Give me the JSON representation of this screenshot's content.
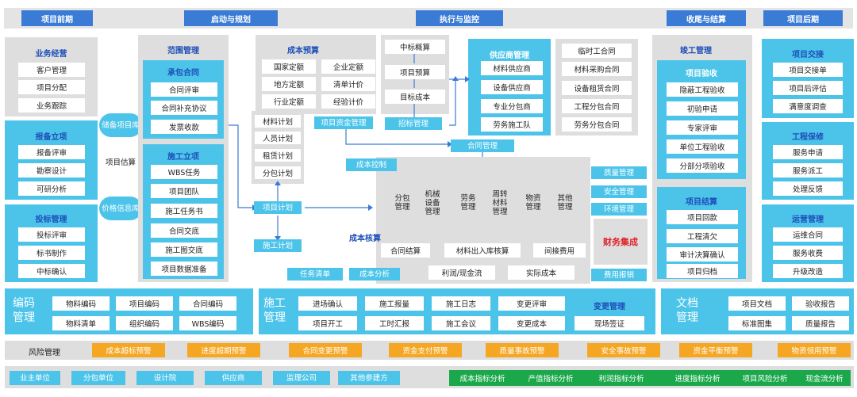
{
  "phases": {
    "p1": "项目前期",
    "p2": "启动与规划",
    "p3": "执行与监控",
    "p4": "收尾与结算",
    "p5": "项目后期"
  },
  "ywjy": {
    "title": "业务经营",
    "items": [
      "客户管理",
      "项目分配",
      "业务跟踪"
    ]
  },
  "bblx": {
    "title": "报备立项",
    "items": [
      "报备评审",
      "勘察设计",
      "可研分析"
    ]
  },
  "tbgl": {
    "title": "投标管理",
    "items": [
      "投标评审",
      "标书制作",
      "中标确认"
    ]
  },
  "lib": {
    "c1": "储备项目库",
    "c2": "价格信息库",
    "est": "项目估算"
  },
  "fwgl": {
    "title": "范围管理",
    "cbht": "承包合同",
    "cbht_items": [
      "合同评审",
      "合同补充协议",
      "发票收款"
    ],
    "sglx": "施工立项",
    "sglx_items": [
      "WBS任务",
      "项目团队",
      "施工任务书",
      "合同交底",
      "施工图交底",
      "项目数据准备"
    ]
  },
  "cbys": {
    "title": "成本预算",
    "items": [
      "国家定额",
      "企业定额",
      "地方定额",
      "清单计价",
      "行业定额",
      "经验计价"
    ]
  },
  "plans": [
    "材料计划",
    "人员计划",
    "租赁计划",
    "分包计划"
  ],
  "zb": [
    "中标概算",
    "项目预算",
    "目标成本"
  ],
  "supply": {
    "title": "供应商管理",
    "items": [
      "材料供应商",
      "设备供应商",
      "专业分包商",
      "劳务施工队"
    ],
    "right": [
      "临时工合同",
      "材料采购合同",
      "设备租赁合同",
      "工程分包合同",
      "劳务分包合同"
    ]
  },
  "flow": {
    "zjgl": "项目资金管理",
    "zbgl": "招标管理",
    "htgl": "合同管理",
    "cbkz": "成本控制",
    "xmjh": "项目计划",
    "sgjh": "施工计划",
    "cbhs": "成本核算",
    "rwqd": "任务清单",
    "cbfx": "成本分析"
  },
  "ctrl": [
    "分包管理",
    "机械设备管理",
    "劳务管理",
    "周转材料管理",
    "物资管理",
    "其他管理"
  ],
  "hs": {
    "htjs": "合同结算",
    "clcr": "材料出入库核算",
    "jjfy": "间接费用",
    "lr": "利润/现金流",
    "sjcb": "实际成本"
  },
  "right_mgmt": [
    "质量管理",
    "安全管理",
    "环境管理"
  ],
  "cwjc": "财务集成",
  "fybx": "费用报销",
  "jggl": {
    "title": "竣工管理",
    "xmys": "项目验收",
    "items": [
      "隐蔽工程验收",
      "初验申请",
      "专家评审",
      "单位工程验收",
      "分部分项验收"
    ],
    "xmjs": "项目结算",
    "jsitems": [
      "项目回款",
      "工程清欠",
      "审计决算确认",
      "项目归档"
    ]
  },
  "xmjj": {
    "title": "项目交接",
    "items": [
      "项目交接单",
      "项目后评估",
      "满意度调查"
    ]
  },
  "gcbx": {
    "title": "工程保修",
    "items": [
      "服务申请",
      "服务派工",
      "处理反馈"
    ]
  },
  "yygl": {
    "title": "运营管理",
    "items": [
      "运维合同",
      "服务收费",
      "升级改造"
    ]
  },
  "bm": {
    "title": "编码管理",
    "items": [
      "物料编码",
      "项目编码",
      "合同编码",
      "物料清单",
      "组织编码",
      "WBS编码"
    ]
  },
  "sg": {
    "title": "施工管理",
    "items": [
      "进场确认",
      "施工报量",
      "施工日志",
      "变更评审",
      "项目开工",
      "工时汇报",
      "施工会议",
      "变更成本"
    ],
    "bggl": "变更管理",
    "xcqz": "现场签证"
  },
  "wd": {
    "title": "文档管理",
    "items": [
      "项目文档",
      "验收报告",
      "标准图集",
      "质量报告"
    ]
  },
  "risk": {
    "label": "风险管理",
    "items": [
      "成本超标预警",
      "进度超期预警",
      "合同变更预警",
      "资金支付预警",
      "质量事故预警",
      "安全事故预警",
      "资金平衡预警",
      "物资领用预警"
    ]
  },
  "parties": [
    "业主单位",
    "分包单位",
    "设计院",
    "供应商",
    "监理公司",
    "其他参建方"
  ],
  "analysis": [
    "成本指标分析",
    "产值指标分析",
    "利润指标分析",
    "进度指标分析",
    "项目风险分析",
    "现金流分析"
  ]
}
